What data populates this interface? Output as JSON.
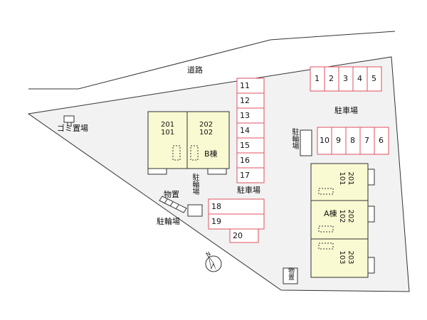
{
  "labels": {
    "road": "道路",
    "garbage": "ゴミ置場",
    "parking_main": "駐車場",
    "parking_mid": "駐車場",
    "bike_left": "駐輪場",
    "bike_mid": "駐輪場",
    "bike_right": "駐輪場",
    "storage_left": "物置",
    "storage_right": "物置",
    "building_a": "A棟",
    "building_b": "B棟",
    "north": "N"
  },
  "building_b_units": {
    "left": [
      "201",
      "101"
    ],
    "right": [
      "202",
      "102"
    ]
  },
  "building_a_units": [
    [
      "201",
      "101"
    ],
    [
      "202",
      "102"
    ],
    [
      "203",
      "103"
    ]
  ],
  "parking_top_row": [
    "1",
    "2",
    "3",
    "4",
    "5"
  ],
  "parking_middle_row": [
    "10",
    "9",
    "8",
    "7",
    "6"
  ],
  "parking_column": [
    "11",
    "12",
    "13",
    "14",
    "15",
    "16",
    "17"
  ],
  "parking_bottom": [
    "18",
    "19",
    "20"
  ],
  "colors": {
    "lot_fill": "#f2f2f2",
    "building_fill": "#fafad2",
    "parking_stroke": "#e05060",
    "outline": "#333333"
  }
}
